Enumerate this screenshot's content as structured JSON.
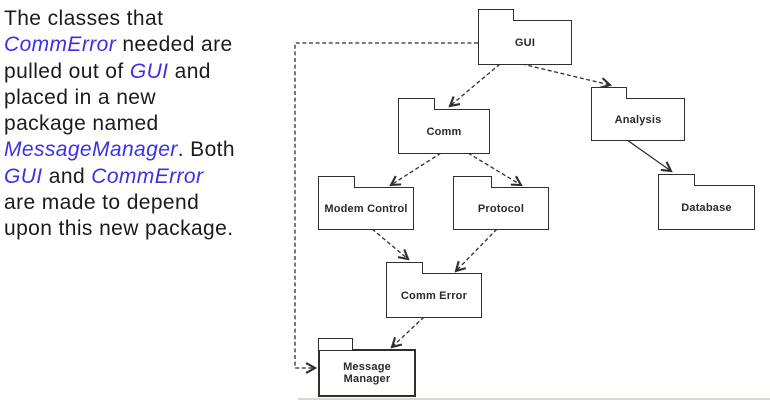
{
  "page": {
    "background": "#ffffff",
    "accent_color": "#3c2fe8",
    "text_color": "#1b1b1b",
    "diagram_line_color": "#2f2f2f"
  },
  "caption": {
    "l1": "The classes that",
    "l2a": "CommError",
    "l2b": " needed are",
    "l3a": "pulled out of ",
    "l3b": "GUI",
    "l3c": " and",
    "l4": "placed in a new",
    "l5": "package named",
    "l6a": "MessageManager",
    "l6b": ". Both",
    "l7a": "GUI",
    "l7b": " and ",
    "l7c": "CommError",
    "l8": "are made to depend",
    "l9": "upon this new package."
  },
  "diagram": {
    "type": "uml-package-diagram",
    "packages": [
      {
        "label": "GUI"
      },
      {
        "label": "Comm"
      },
      {
        "label": "Analysis"
      },
      {
        "label": "Modem Control"
      },
      {
        "label": "Protocol"
      },
      {
        "label": "Database"
      },
      {
        "label": "Comm Error"
      },
      {
        "label": "Message Manager"
      }
    ],
    "dependencies": [
      {
        "from": "GUI",
        "to": "Comm",
        "style": "dashed"
      },
      {
        "from": "GUI",
        "to": "Analysis",
        "style": "dashed"
      },
      {
        "from": "GUI",
        "to": "Message Manager",
        "style": "dashed"
      },
      {
        "from": "Comm",
        "to": "Modem Control",
        "style": "dashed"
      },
      {
        "from": "Comm",
        "to": "Protocol",
        "style": "dashed"
      },
      {
        "from": "Modem Control",
        "to": "Comm Error",
        "style": "dashed"
      },
      {
        "from": "Protocol",
        "to": "Comm Error",
        "style": "dashed"
      },
      {
        "from": "Comm Error",
        "to": "Message Manager",
        "style": "dashed"
      },
      {
        "from": "Analysis",
        "to": "Database",
        "style": "solid"
      }
    ]
  }
}
